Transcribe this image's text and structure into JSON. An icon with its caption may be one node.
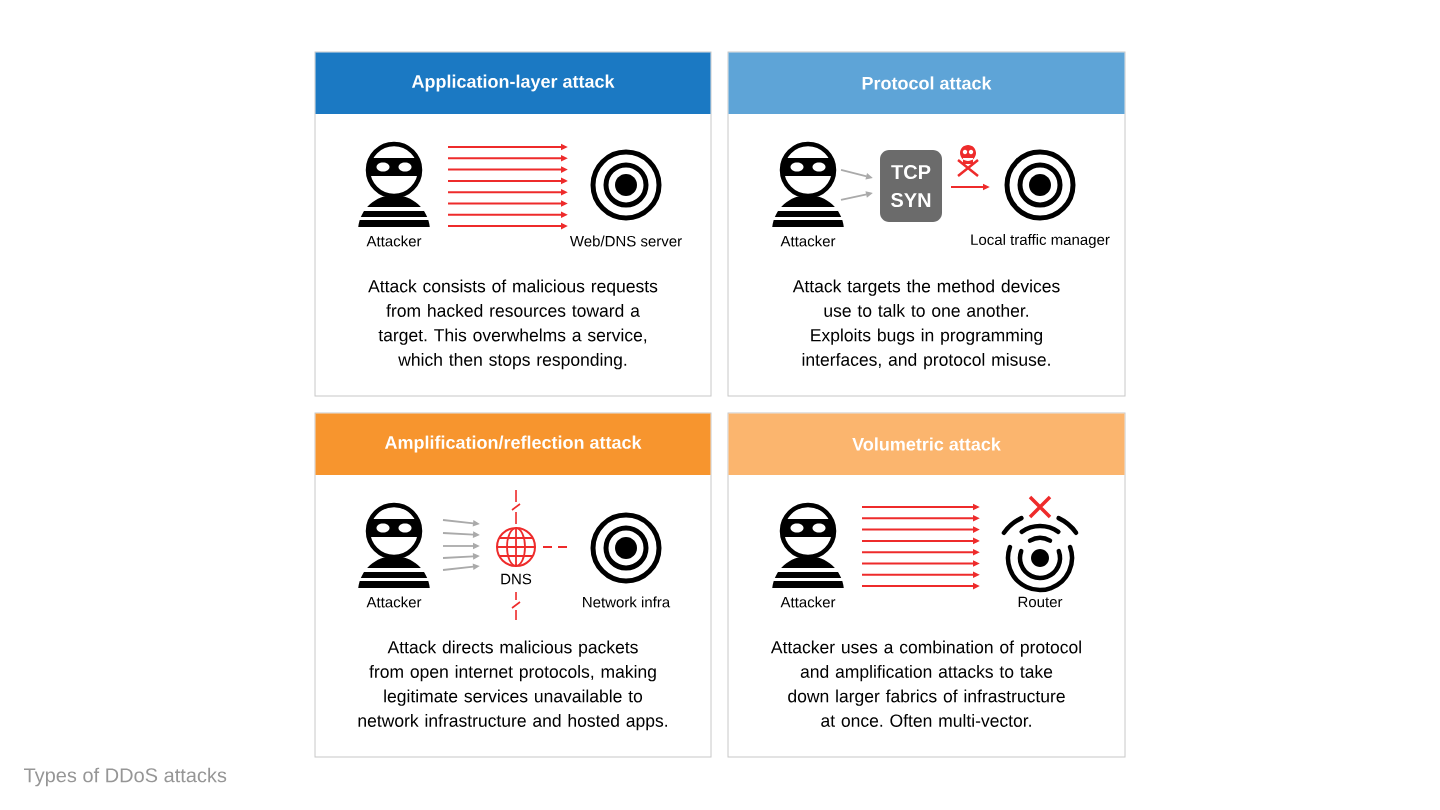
{
  "diagram": {
    "caption": "Types of DDoS attacks",
    "nodes": [
      {
        "text": [
          "Application-layer attack",
          "Attack consists of malicious requests from hacked resources toward a target. This overwhelms a service, which then stops responding."
        ]
      },
      {
        "text": [
          "Attacker"
        ],
        "in": 0
      },
      {
        "text": [
          "Web/DNS server"
        ],
        "in": 0
      },
      {
        "text": [
          "Protocol  attack",
          "Attack targets the method devices use to talk to one another. Exploits bugs in programming interfaces, and protocol misuse."
        ]
      },
      {
        "text": [
          "Attacker"
        ],
        "in": 3
      },
      {
        "text": [
          "TCP SYN"
        ],
        "in": 3
      },
      {
        "text": [
          "Local traffic manager"
        ],
        "in": 3
      },
      {
        "text": [
          "Amplification/reflection attack",
          "Attack directs malicious packets from open internet protocols, making legitimate services unavailable to network infrastructure and hosted apps."
        ]
      },
      {
        "text": [
          "Attacker"
        ],
        "in": 7
      },
      {
        "text": [
          "DNS"
        ],
        "in": 7
      },
      {
        "text": [
          "Network infra"
        ],
        "in": 7
      },
      {
        "text": [
          "Volumetric attack",
          "Attacker uses a combination of protocol and amplification attacks to take down larger fabrics of infrastructure at once. Often multi-vector."
        ]
      },
      {
        "text": [
          "Attacker"
        ],
        "in": 11
      },
      {
        "text": [
          "Router"
        ],
        "in": 11
      }
    ],
    "edges": [
      {
        "from": 1,
        "to": 2,
        "arrow": "to"
      },
      {
        "from": 1,
        "to": 2,
        "arrow": "to"
      },
      {
        "from": 1,
        "to": 2,
        "arrow": "to"
      },
      {
        "from": 1,
        "to": 2,
        "arrow": "to"
      },
      {
        "from": 1,
        "to": 2,
        "arrow": "to"
      },
      {
        "from": 1,
        "to": 2,
        "arrow": "to"
      },
      {
        "from": 1,
        "to": 2,
        "arrow": "to"
      },
      {
        "from": 1,
        "to": 2,
        "arrow": "to"
      },
      {
        "from": 4,
        "to": 5,
        "arrow": "to",
        "color": "#aaaaaa"
      },
      {
        "from": 4,
        "to": 5,
        "arrow": "to",
        "color": "#aaaaaa"
      },
      {
        "from": 5,
        "to": 6,
        "arrow": "to"
      },
      {
        "from": 8,
        "to": 9,
        "arrow": "to",
        "color": "#aaaaaa"
      },
      {
        "from": 8,
        "to": 9,
        "arrow": "to",
        "color": "#aaaaaa"
      },
      {
        "from": 8,
        "to": 9,
        "arrow": "to",
        "color": "#aaaaaa"
      },
      {
        "from": 8,
        "to": 9,
        "arrow": "to",
        "color": "#aaaaaa"
      },
      {
        "from": 8,
        "to": 9,
        "arrow": "to",
        "color": "#aaaaaa"
      },
      {
        "from": 9,
        "to": 10,
        "arrow": "none",
        "style": "dashed"
      },
      {
        "from": 12,
        "to": 13,
        "arrow": "to"
      },
      {
        "from": 12,
        "to": 13,
        "arrow": "to"
      },
      {
        "from": 12,
        "to": 13,
        "arrow": "to"
      },
      {
        "from": 12,
        "to": 13,
        "arrow": "to"
      },
      {
        "from": 12,
        "to": 13,
        "arrow": "to"
      },
      {
        "from": 12,
        "to": 13,
        "arrow": "to"
      },
      {
        "from": 12,
        "to": 13,
        "arrow": "to"
      },
      {
        "from": 12,
        "to": 13,
        "arrow": "to"
      }
    ]
  }
}
